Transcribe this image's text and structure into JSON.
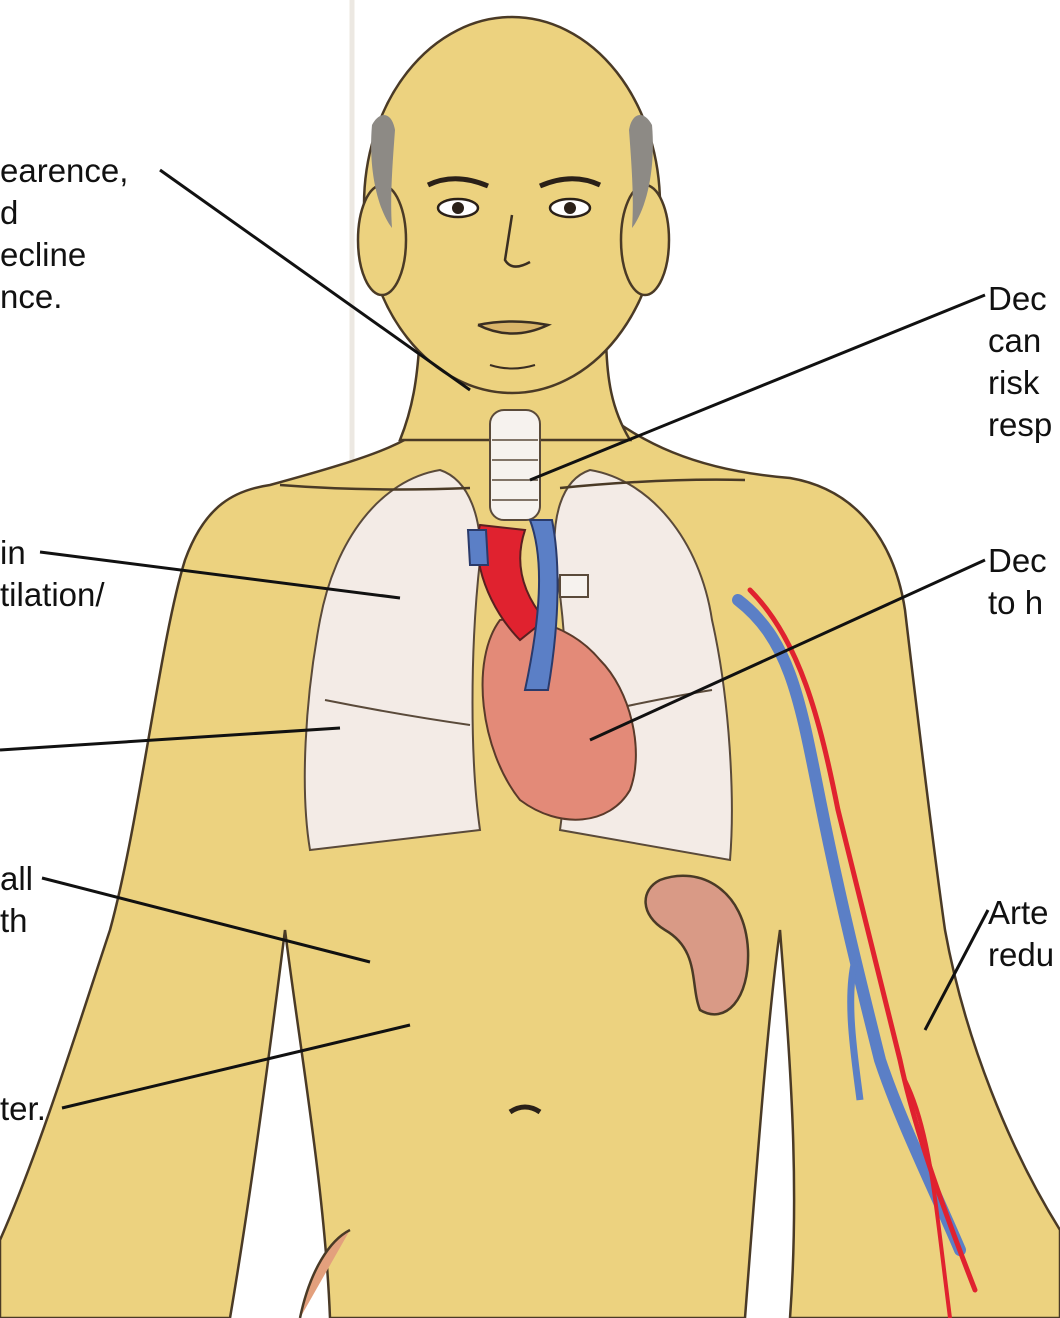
{
  "colors": {
    "skin": "#ecd27f",
    "skin_outline": "#4a3a26",
    "hair": "#8d8a85",
    "lung": "#f3ebe6",
    "artery": "#e0222f",
    "vein": "#5b7fc6",
    "heart_body": "#e38a78",
    "spleen": "#d99a86",
    "pointer_line": "#111111"
  },
  "labels": {
    "left_1": "earence,\nd\necline\nnce.",
    "left_2": "in\ntilation/",
    "left_3": "all\nth",
    "left_4": "ter.",
    "right_1": "Dec\ncan\nrisk\nresp",
    "right_2": "Dec\nto h",
    "right_3": "Arte\nredu"
  }
}
